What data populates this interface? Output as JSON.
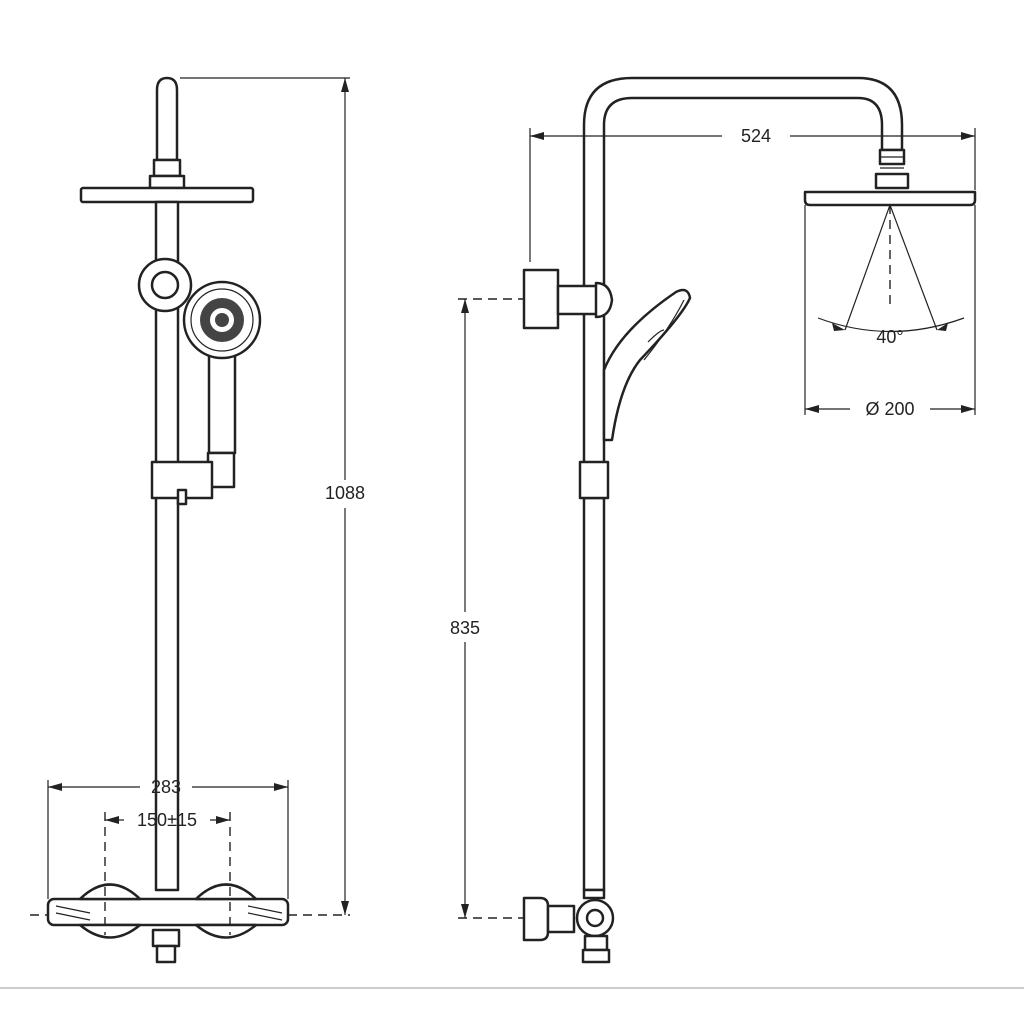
{
  "dimensions": {
    "total_height": "1088",
    "arm_reach": "524",
    "spray_angle": "40°",
    "head_diameter": "Ø 200",
    "mixer_width": "283",
    "inlet_spacing": "150±15",
    "outlet_height": "835"
  }
}
